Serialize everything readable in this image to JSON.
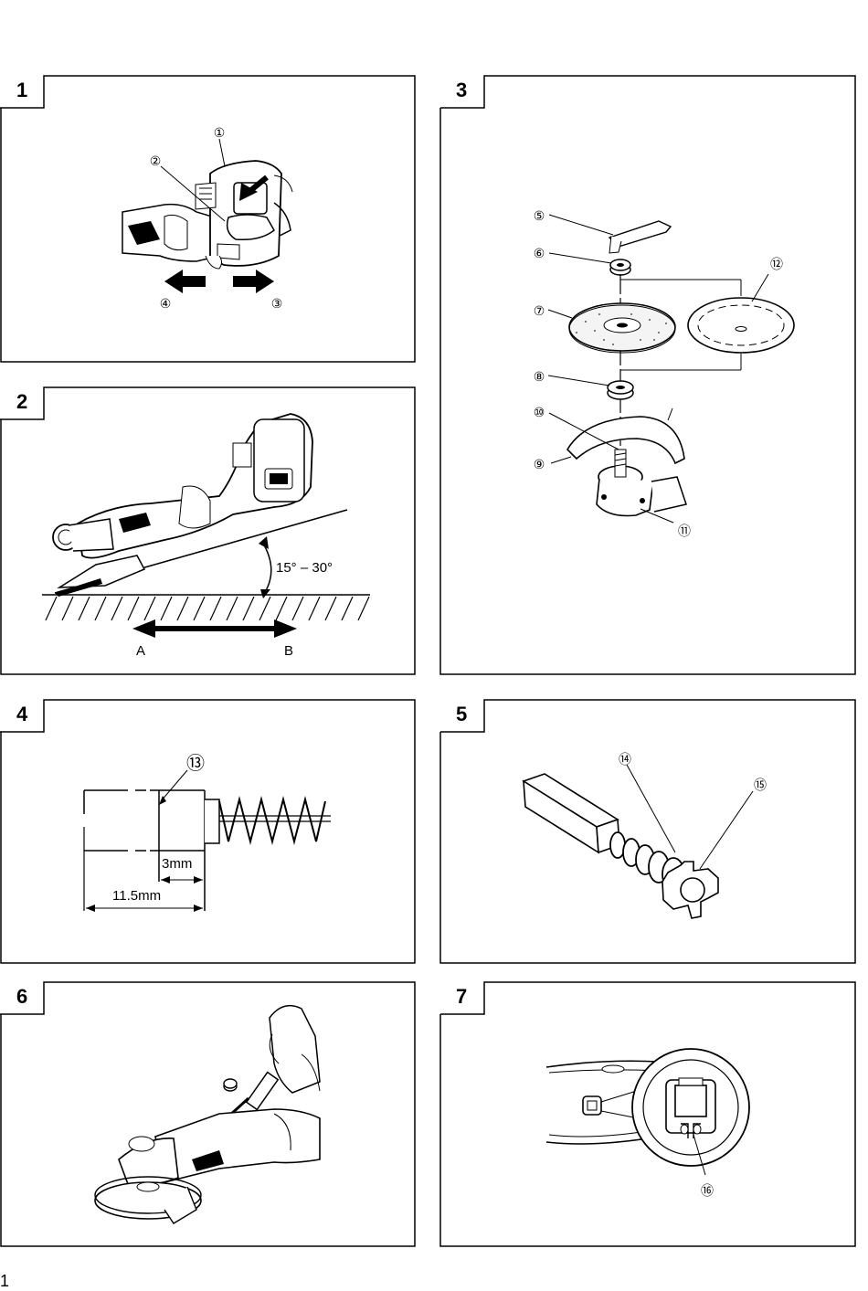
{
  "page_number": "1",
  "panels": [
    {
      "number": "1",
      "callouts": [
        "①",
        "②",
        "③",
        "④"
      ]
    },
    {
      "number": "2",
      "angle_label": "15° – 30°",
      "dir_a": "A",
      "dir_b": "B"
    },
    {
      "number": "3",
      "callouts": [
        "⑤",
        "⑥",
        "⑦",
        "⑧",
        "⑨",
        "⑩",
        "⑪",
        "⑫"
      ]
    },
    {
      "number": "4",
      "callouts": [
        "⑬"
      ],
      "dim_small": "3mm",
      "dim_large": "11.5mm"
    },
    {
      "number": "5",
      "callouts": [
        "⑭",
        "⑮"
      ]
    },
    {
      "number": "6"
    },
    {
      "number": "7",
      "callouts": [
        "⑯"
      ]
    }
  ]
}
